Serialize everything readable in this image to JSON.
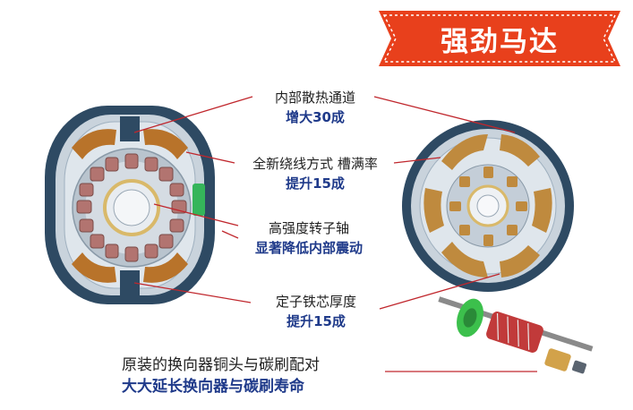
{
  "banner": {
    "title": "强劲马达",
    "color": "#e8401c"
  },
  "callouts": [
    {
      "line1": "内部散热通道",
      "line2": "增大30成"
    },
    {
      "line1": "全新绕线方式 槽满率",
      "line2": "提升15成"
    },
    {
      "line1": "高强度转子轴",
      "line2": "显著降低内部震动"
    },
    {
      "line1": "定子铁芯厚度",
      "line2": "提升15成"
    }
  ],
  "bottom": {
    "line1": "原装的换向器铜头与碳刷配对",
    "line2": "大大延长换向器与碳刷寿命"
  },
  "colors": {
    "frame": "#2e4a63",
    "stator": "#c9d3dc",
    "winding": "#b8732a",
    "rotor_coil": "#b27470",
    "rotor_coil_right": "#bf8a3e",
    "bearing": "#d9b96a",
    "clip": "#35b55a",
    "leader_line": "#c0272d",
    "armature_fan": "#3cc04c",
    "armature_coil": "#c13a3a",
    "commutator": "#d2a24a"
  },
  "icons": [
    "motor-cross-section-left",
    "motor-cross-section-right",
    "armature-rotor"
  ]
}
